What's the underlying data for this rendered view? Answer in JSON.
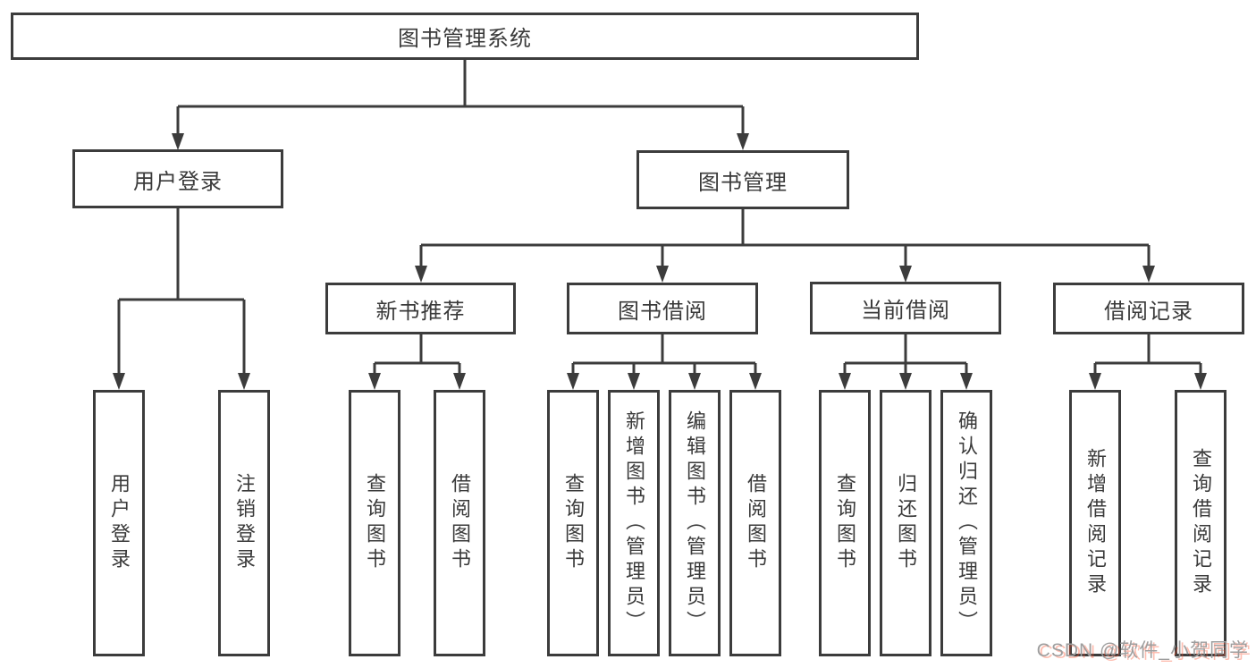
{
  "nodes": {
    "root": {
      "label": "图书管理系统"
    },
    "level2": [
      {
        "label": "用户登录"
      },
      {
        "label": "图书管理"
      }
    ],
    "level3": [
      {
        "label": "新书推荐"
      },
      {
        "label": "图书借阅"
      },
      {
        "label": "当前借阅"
      },
      {
        "label": "借阅记录"
      }
    ],
    "leaves": [
      {
        "label": "用户登录"
      },
      {
        "label": "注销登录"
      },
      {
        "label": "查询图书"
      },
      {
        "label": "借阅图书"
      },
      {
        "label": "查询图书"
      },
      {
        "label": "新增图书（管理员）"
      },
      {
        "label": "编辑图书（管理员）"
      },
      {
        "label": "借阅图书"
      },
      {
        "label": "查询图书"
      },
      {
        "label": "归还图书"
      },
      {
        "label": "确认归还（管理员）"
      },
      {
        "label": "新增借阅记录"
      },
      {
        "label": "查询借阅记录"
      }
    ]
  },
  "watermark": {
    "text": "CSDN @软件_小贺同学"
  },
  "colors": {
    "line": "#3c3c3c",
    "text": "#3a3a3a",
    "background": "#ffffff",
    "watermark_gray": "#9e9e9e",
    "watermark_red": "#fc5531"
  }
}
